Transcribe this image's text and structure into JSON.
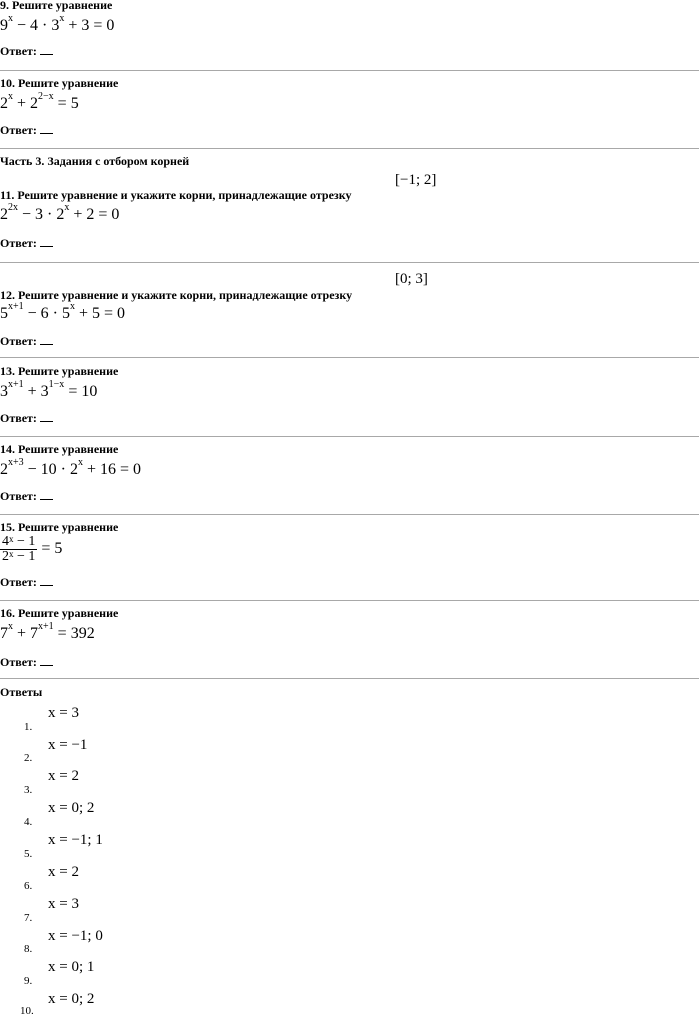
{
  "answer_label": "Ответ:",
  "q9": {
    "title": "9. Решите уравнение",
    "parts": [
      "9",
      "x",
      " − 4 · 3",
      "x",
      " + 3 = 0"
    ]
  },
  "q10": {
    "title": "10. Решите уравнение",
    "parts": [
      "2",
      "x",
      " + 2",
      "2−x",
      " = 5"
    ]
  },
  "part3_title": "Часть 3. Задания с отбором корней",
  "q11": {
    "title": "11. Решите уравнение и укажите корни, принадлежащие отрезку",
    "interval": "[−1; 2]",
    "parts": [
      "2",
      "2x",
      " − 3 · 2",
      "x",
      " + 2 = 0"
    ]
  },
  "q12": {
    "title": "12. Решите уравнение и укажите корни, принадлежащие отрезку",
    "interval": "[0; 3]",
    "parts": [
      "5",
      "x+1",
      " − 6 · 5",
      "x",
      " + 5 = 0"
    ]
  },
  "q13": {
    "title": "13. Решите уравнение",
    "parts": [
      "3",
      "x+1",
      " + 3",
      "1−x",
      " = 10"
    ]
  },
  "q14": {
    "title": "14. Решите уравнение",
    "parts": [
      "2",
      "x+3",
      " − 10 · 2",
      "x",
      " + 16 = 0"
    ]
  },
  "q15": {
    "title": "15. Решите уравнение",
    "num_base": "4",
    "num_exp": "x",
    "num_rest": " − 1",
    "den_base": "2",
    "den_exp": "x",
    "den_rest": " − 1",
    "rhs": " = 5"
  },
  "q16": {
    "title": "16. Решите уравнение",
    "parts": [
      "7",
      "x",
      " + 7",
      "x+1",
      " = 392"
    ]
  },
  "answers_title": "Ответы",
  "answers": [
    {
      "n": "1.",
      "v": "x = 3"
    },
    {
      "n": "2.",
      "v": "x = −1"
    },
    {
      "n": "3.",
      "v": "x = 2"
    },
    {
      "n": "4.",
      "v": "x = 0; 2"
    },
    {
      "n": "5.",
      "v": "x = −1; 1"
    },
    {
      "n": "6.",
      "v": "x = 2"
    },
    {
      "n": "7.",
      "v": "x = 3"
    },
    {
      "n": "8.",
      "v": "x = −1; 0"
    },
    {
      "n": "9.",
      "v": "x = 0; 1"
    },
    {
      "n": "10.",
      "v": "x = 0; 2"
    }
  ]
}
